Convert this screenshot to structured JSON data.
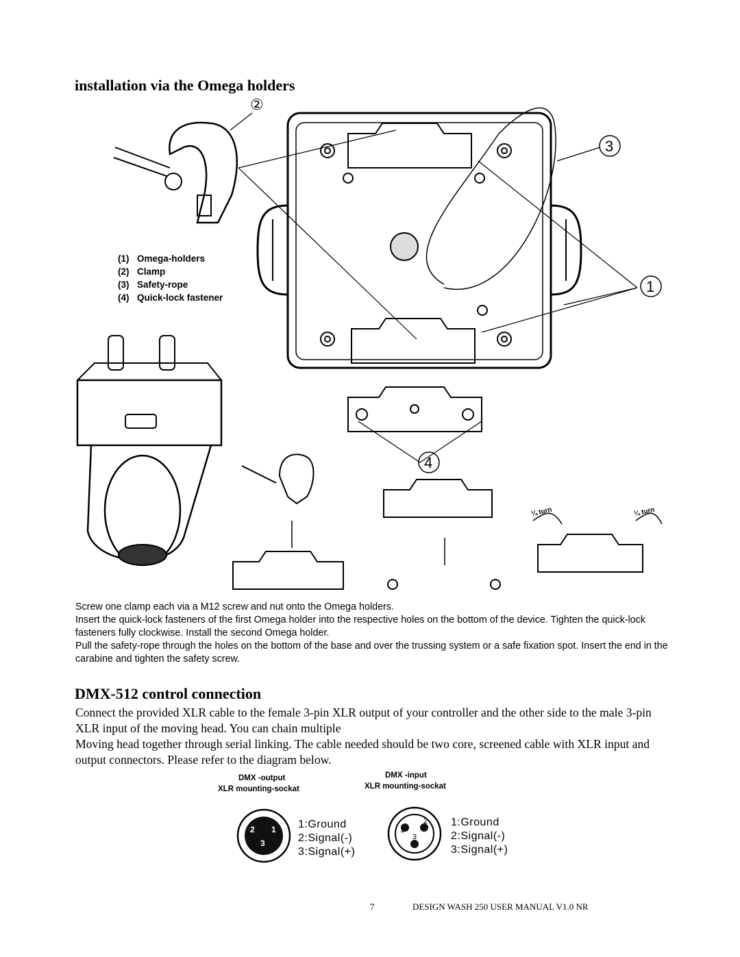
{
  "section1": {
    "title": "installation via the Omega holders",
    "callouts": [
      "②",
      "3",
      "1",
      "4"
    ],
    "legend": [
      {
        "num": "(1)",
        "text": "Omega-holders"
      },
      {
        "num": "(2)",
        "text": "Clamp"
      },
      {
        "num": "(3)",
        "text": "Safety-rope"
      },
      {
        "num": "(4)",
        "text": "Quick-lock fastener"
      }
    ],
    "turn_label": "¼ turn",
    "instructions": [
      "Screw one clamp each via a M12 screw and nut onto the Omega holders.",
      "Insert the quick-lock fasteners of the first Omega holder into the respective holes on the bottom of the device. Tighten the quick-lock fasteners fully clockwise. Install the second Omega holder.",
      "Pull the safety-rope through the holes on the bottom of the base and over the trussing system or a safe fixation spot. Insert the end in the carabine and tighten the safety screw."
    ]
  },
  "section2": {
    "title": "DMX-512 control connection",
    "paragraphs": [
      "Connect the provided XLR cable to the female 3-pin XLR output of your controller and the other side to the male 3-pin XLR input of the moving head. You can chain multiple",
      "Moving head together through serial linking. The cable needed should be two core, screened cable with XLR input and output connectors. Please refer to the diagram below."
    ],
    "output": {
      "label1": "DMX -output",
      "label2": "XLR mounting-sockat",
      "pins": [
        "2",
        "1",
        "3"
      ],
      "legend": [
        "1:Ground",
        "2:Signal(-)",
        "3:Signal(+)"
      ]
    },
    "input": {
      "label1": "DMX -input",
      "label2": "XLR mounting-sockat",
      "pins": [
        "1",
        "2",
        "3"
      ],
      "legend": [
        "1:Ground",
        "2:Signal(-)",
        "3:Signal(+)"
      ]
    }
  },
  "footer": {
    "page": "7",
    "text": "DESIGN WASH 250 USER MANUAL V1.0 NR"
  }
}
